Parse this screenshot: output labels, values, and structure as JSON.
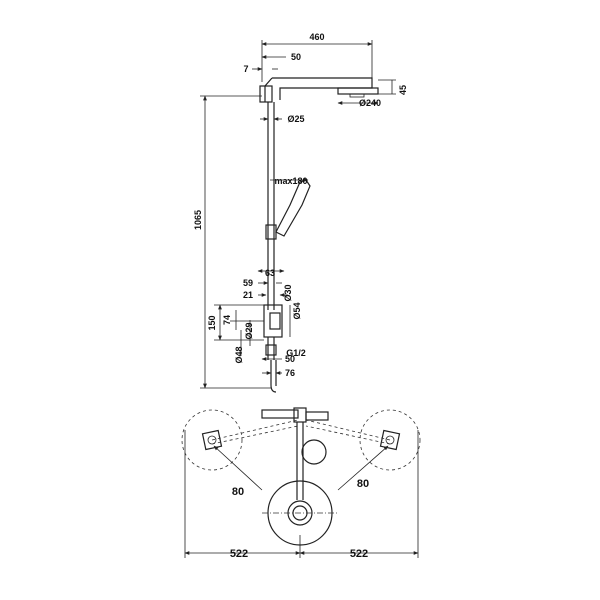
{
  "dimensions": {
    "top_width": "460",
    "top_offset": "50",
    "top_small": "7",
    "head_height": "45",
    "head_diameter": "Ø240",
    "pipe_diameter": "Ø25",
    "handshower_max": "max180",
    "overall_height": "1065",
    "d63": "63",
    "d59": "59",
    "d21": "21",
    "d30": "Ø30",
    "d54": "Ø54",
    "d150": "150",
    "d74": "74",
    "d29": "Ø29",
    "d48": "Ø48",
    "thread": "G1/2",
    "d50": "50",
    "d76": "76",
    "radius_left": "80",
    "radius_right": "80",
    "span_left": "522",
    "span_right": "522"
  }
}
